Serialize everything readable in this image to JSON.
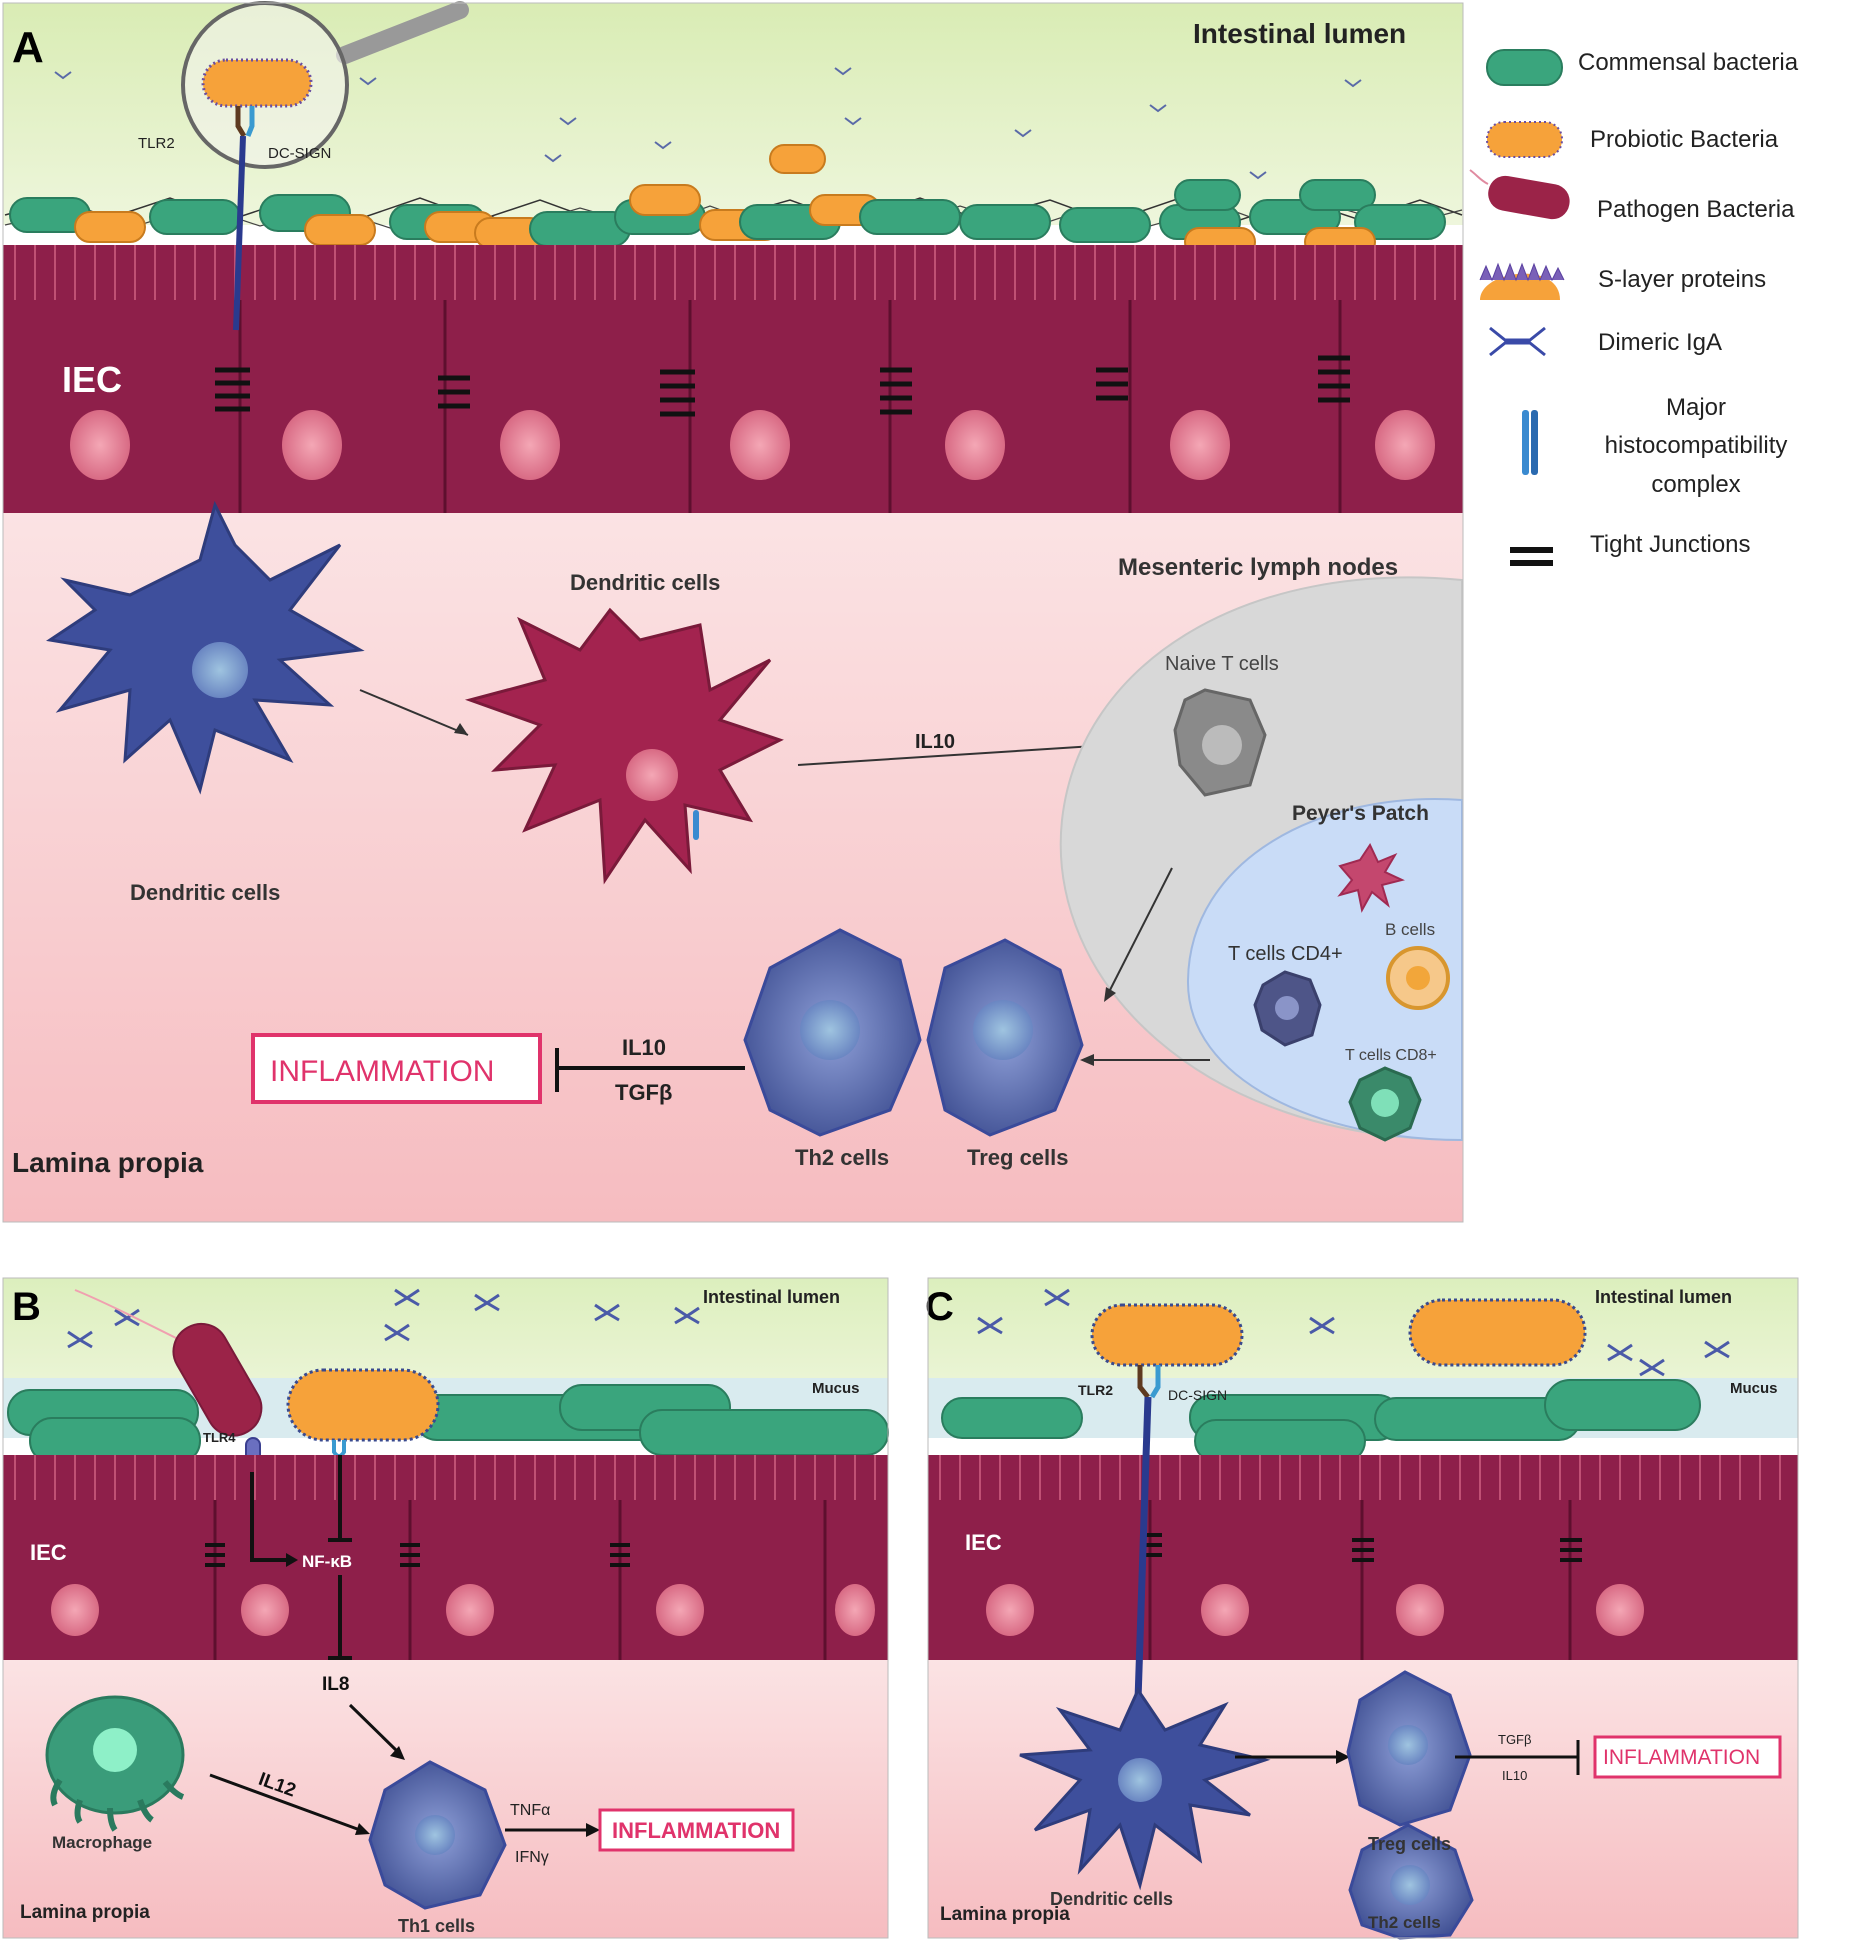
{
  "panel_a": {
    "letter": "A",
    "lumen_label": "Intestinal lumen",
    "iec_label": "IEC",
    "tlr2_label": "TLR2",
    "dcsign_label": "DC-SIGN",
    "dendritic_label_left": "Dendritic cells",
    "dendritic_label_mid": "Dendritic cells",
    "mln_label": "Mesenteric lymph nodes",
    "naive_label": "Naive T cells",
    "peyer_label": "Peyer's Patch",
    "b_cells_label": "B cells",
    "cd4_label": "T cells CD4+",
    "cd8_label": "T cells CD8+",
    "il10_arrow_label": "IL10",
    "il10_label": "IL10",
    "tgfb_label": "TGFβ",
    "inflammation_label": "INFLAMMATION",
    "th2_label": "Th2 cells",
    "treg_label": "Treg cells",
    "lamina_label": "Lamina propia"
  },
  "legend": {
    "items": [
      {
        "icon": "commensal-bacteria-icon",
        "label": "Commensal bacteria"
      },
      {
        "icon": "probiotic-bacteria-icon",
        "label": "Probiotic Bacteria"
      },
      {
        "icon": "pathogen-bacteria-icon",
        "label": "Pathogen Bacteria"
      },
      {
        "icon": "s-layer-proteins-icon",
        "label": "S-layer proteins"
      },
      {
        "icon": "dimeric-iga-icon",
        "label": "Dimeric IgA"
      },
      {
        "icon": "mhc-icon",
        "label_lines": [
          "Major",
          "histocompatibility",
          "complex"
        ]
      },
      {
        "icon": "tight-junctions-icon",
        "label": "Tight Junctions"
      }
    ]
  },
  "panel_b": {
    "letter": "B",
    "lumen_label": "Intestinal lumen",
    "mucus_label": "Mucus",
    "tlr4_label": "TLR4",
    "iec_label": "IEC",
    "nfkb_label": "NF-κB",
    "il8_label": "IL8",
    "il12_label": "IL12",
    "macrophage_label": "Macrophage",
    "th1_label": "Th1 cells",
    "tnfa_label": "TNFα",
    "ifng_label": "IFNγ",
    "inflammation_label": "INFLAMMATION",
    "lamina_label": "Lamina propia"
  },
  "panel_c": {
    "letter": "C",
    "lumen_label": "Intestinal lumen",
    "mucus_label": "Mucus",
    "tlr2_label": "TLR2",
    "dcsign_label": "DC-SIGN",
    "iec_label": "IEC",
    "dendritic_label": "Dendritic cells",
    "treg_label": "Treg cells",
    "th2_label": "Th2 cells",
    "tgfb_label": "TGFβ",
    "il10_label": "IL10",
    "inflammation_label": "INFLAMMATION",
    "lamina_label": "Lamina propia"
  },
  "colors": {
    "commensal": "#3aa57d",
    "probiotic": "#f6a23a",
    "pathogen": "#9b2348",
    "iec": "#8e1f4a",
    "lamina": "#f7c9cc",
    "lumen": "#e6f2c9",
    "dendritic_blue": "#3e4f9c",
    "dendritic_red": "#a3234f",
    "inflammation": "#e0336b",
    "mln": "#d8d8d8",
    "peyer": "#c9dcf7"
  }
}
